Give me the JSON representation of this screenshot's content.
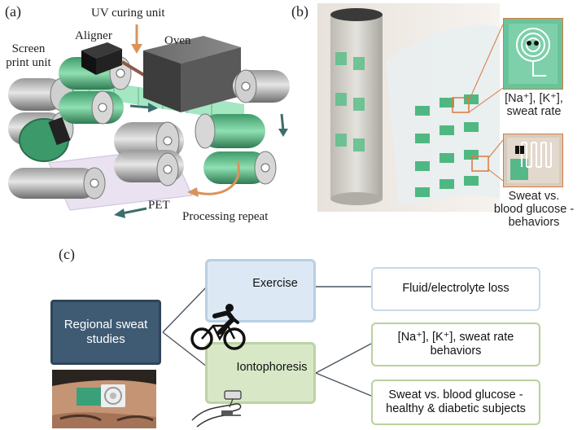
{
  "panel_a": {
    "label": "(a)",
    "uv_curing_unit": "UV curing unit",
    "aligner": "Aligner",
    "oven": "Oven",
    "screen_print_unit": "Screen print unit",
    "pet": "PET",
    "processing_repeat": "Processing repeat"
  },
  "panel_b": {
    "label": "(b)",
    "inset_top_caption": "[Na⁺], [K⁺], sweat rate",
    "inset_bottom_caption": "Sweat vs. blood glucose - behaviors"
  },
  "panel_c": {
    "label": "(c)",
    "root": "Regional sweat studies",
    "exercise": "Exercise",
    "iontophoresis": "Iontophoresis",
    "outcome_1": "Fluid/electrolyte loss",
    "outcome_2": "[Na⁺], [K⁺], sweat rate behaviors",
    "outcome_3": "Sweat vs. blood glucose - healthy & diabetic subjects"
  },
  "colors": {
    "root_fill": "#3f5a73",
    "exercise_fill": "#dce9f5",
    "exercise_border": "#b9cfe3",
    "ionto_fill": "#d8e8c6",
    "ionto_border": "#bcd4a4",
    "outcome_border_blue": "#c9d9ea",
    "outcome_border_green": "#b7d29c",
    "arrow_orange": "#d9935a",
    "arrow_teal": "#3c6e6e",
    "green_print": "#5fc08a"
  }
}
